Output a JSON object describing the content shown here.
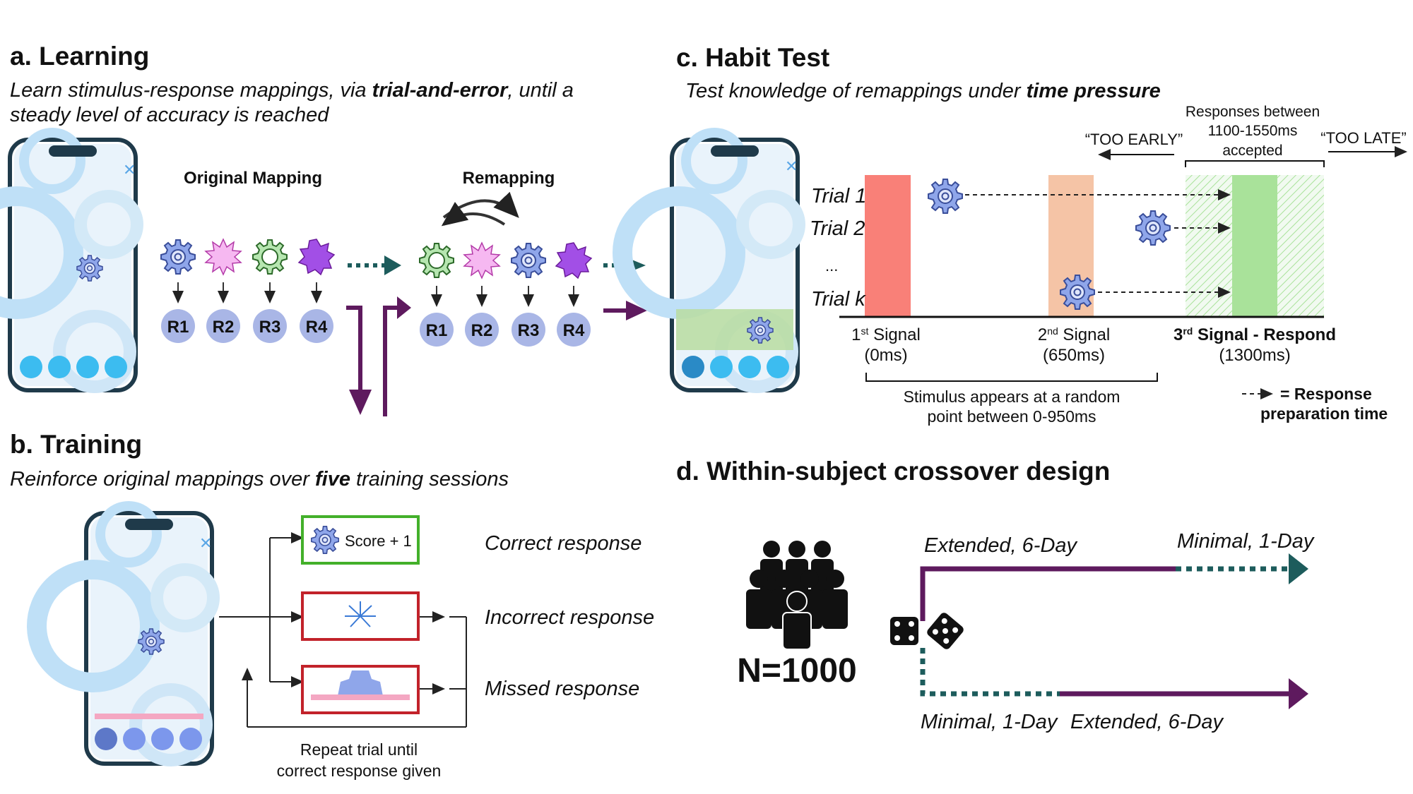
{
  "a": {
    "title": "a. Learning",
    "desc_1a": "Learn stimulus-response mappings, via ",
    "desc_1b": "trial-and-error",
    "desc_1c": ", until a",
    "desc_2": "steady level of accuracy is reached",
    "original_mapping": "Original Mapping",
    "remapping": "Remapping",
    "responses": [
      "R1",
      "R2",
      "R3",
      "R4"
    ]
  },
  "b": {
    "title": "b. Training",
    "desc_a": "Reinforce original mappings over ",
    "desc_b": "five",
    "desc_c": " training sessions",
    "score": "Score + 1",
    "correct": "Correct response",
    "incorrect": "Incorrect response",
    "missed": "Missed response",
    "repeat_1": "Repeat trial until",
    "repeat_2": "correct response given"
  },
  "c": {
    "title": "c. Habit Test",
    "desc_a": "Test knowledge of remappings under ",
    "desc_b": "time pressure",
    "trials": [
      "Trial 1",
      "Trial 2",
      "...",
      "Trial k"
    ],
    "too_early": "“TOO EARLY”",
    "too_late": "“TOO LATE”",
    "window_1": "Responses between",
    "window_2": "1100-1550ms",
    "window_3": "accepted",
    "signal1_num": "1",
    "signal1_sup": "st",
    "signal1_word": " Signal",
    "signal1_time": "(0ms)",
    "signal2_num": "2",
    "signal2_sup": "nd",
    "signal2_word": " Signal",
    "signal2_time": "(650ms)",
    "signal3_num": "3",
    "signal3_sup": "rd",
    "signal3_word": " Signal - Respond",
    "signal3_time": "(1300ms)",
    "stim_1": "Stimulus appears at a random",
    "stim_2": "point between 0-950ms",
    "legend_1": "= Response",
    "legend_2": "preparation time"
  },
  "d": {
    "title": "d. Within-subject crossover design",
    "n": "N=1000",
    "top_first": "Extended, 6-Day",
    "top_second": "Minimal, 1-Day",
    "bottom_first": "Minimal, 1-Day",
    "bottom_second": "Extended, 6-Day"
  },
  "colors": {
    "purple": "#5e1a5e",
    "teal": "#1d5c5c",
    "red_signal": "#f98078",
    "peach_signal": "#f5c4a6",
    "green_signal": "#a9e29a",
    "gear_blue": "#7a93e0",
    "resp_circle": "#a9b6e6",
    "correct_box": "#43b02a",
    "wrong_box": "#c2222a"
  }
}
